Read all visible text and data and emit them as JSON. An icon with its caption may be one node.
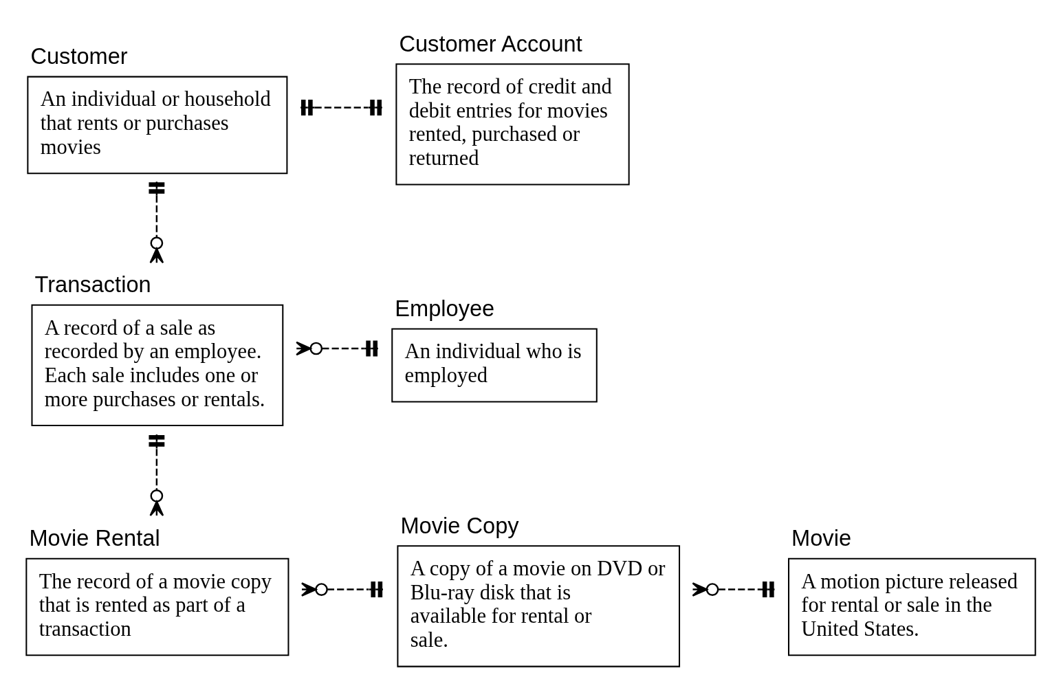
{
  "diagram": {
    "nodes": [
      {
        "text": [
          "Customer",
          "An individual or household that rents or purchases movies"
        ]
      },
      {
        "text": [
          "Customer Account",
          "The record of credit and debit entries for movies rented, purchased or returned"
        ]
      },
      {
        "text": [
          "Transaction",
          "A record of a sale as recorded by an employee. Each sale includes one or more purchases or rentals."
        ]
      },
      {
        "text": [
          "Employee",
          "An individual who is employed"
        ]
      },
      {
        "text": [
          "Movie Rental",
          "The record of a movie copy that is rented as part of a transaction"
        ]
      },
      {
        "text": [
          "Movie Copy",
          "A copy of a movie on DVD or Blu-ray disk that is available for rental or sale."
        ]
      },
      {
        "text": [
          "Movie",
          "A motion picture released for rental or sale in the United States."
        ]
      }
    ],
    "edges": [
      {
        "from": 0,
        "to": 1,
        "arrow": "other",
        "style": "dashed"
      },
      {
        "from": 0,
        "to": 2,
        "arrow": "other",
        "style": "dashed"
      },
      {
        "from": 2,
        "to": 3,
        "arrow": "other",
        "style": "dashed"
      },
      {
        "from": 2,
        "to": 4,
        "arrow": "other",
        "style": "dashed"
      },
      {
        "from": 4,
        "to": 5,
        "arrow": "other",
        "style": "dashed"
      },
      {
        "from": 5,
        "to": 6,
        "arrow": "other",
        "style": "dashed"
      }
    ]
  }
}
